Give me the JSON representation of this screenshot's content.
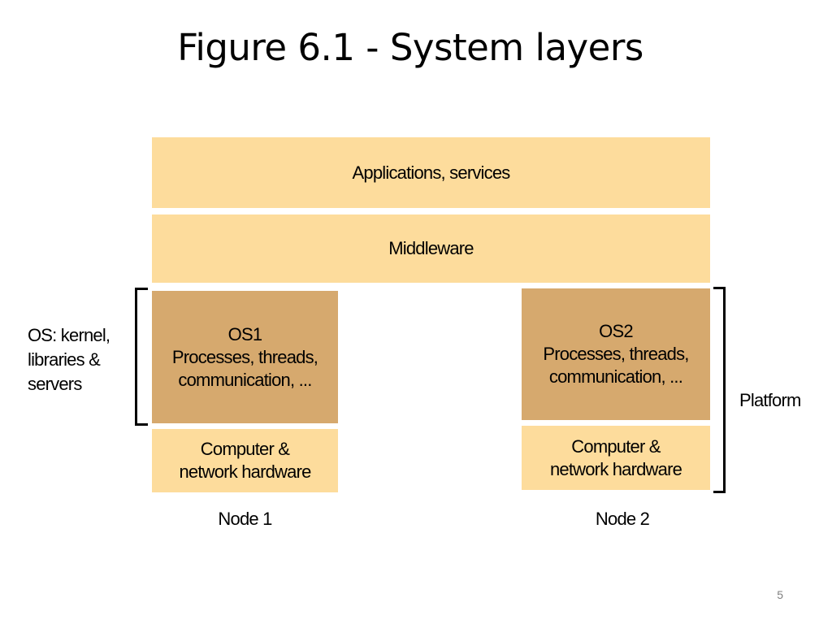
{
  "slide": {
    "title": "Figure 6.1 - System layers",
    "page_number": "5"
  },
  "diagram": {
    "colors": {
      "light_layer": "#fddc9c",
      "os_layer": "#d6a96e",
      "bracket": "#000000"
    },
    "applications": "Applications, services",
    "middleware": "Middleware",
    "node1": {
      "os": [
        "OS1",
        "Processes, threads,",
        "communication, ..."
      ],
      "hardware": [
        "Computer &",
        "network hardware"
      ],
      "label": "Node 1"
    },
    "node2": {
      "os": [
        "OS2",
        "Processes, threads,",
        "communication, ..."
      ],
      "hardware": [
        "Computer &",
        "network hardware"
      ],
      "label": "Node 2"
    },
    "os_label": [
      "OS: kernel,",
      "libraries &",
      "servers"
    ],
    "platform_label": "Platform"
  }
}
